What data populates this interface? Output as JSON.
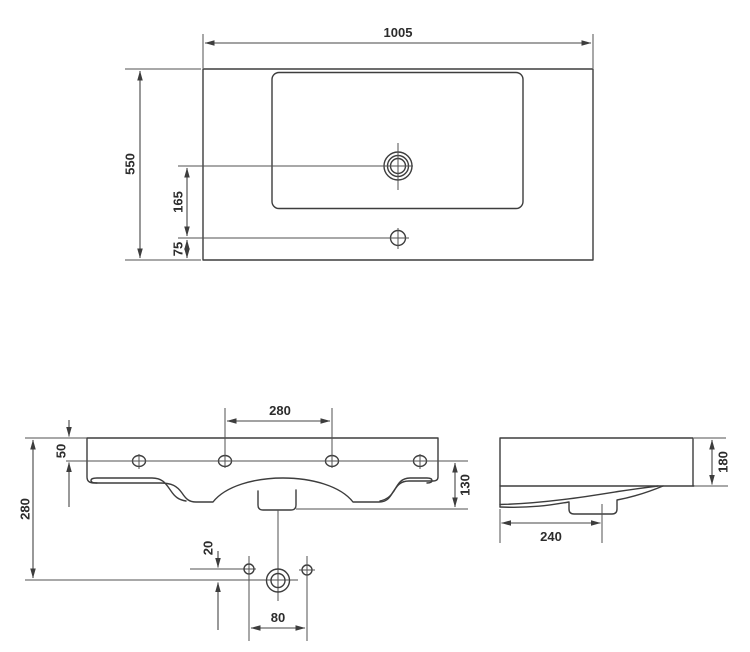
{
  "drawing": {
    "type": "technical-dimension-drawing",
    "views": {
      "top_view": {
        "dims": {
          "overall_width": "1005",
          "overall_depth": "550",
          "drain_to_hole": "165",
          "hole_to_edge": "75"
        }
      },
      "front_view": {
        "dims": {
          "fixing_hole_spacing": "280",
          "top_to_fixing_line": "50",
          "overall_height": "280",
          "fixing_line_to_bottom": "130",
          "outlet_line_offset": "20",
          "outlet_hole_spacing": "80"
        }
      },
      "side_view": {
        "dims": {
          "body_height": "180",
          "basin_depth": "240"
        }
      }
    }
  }
}
